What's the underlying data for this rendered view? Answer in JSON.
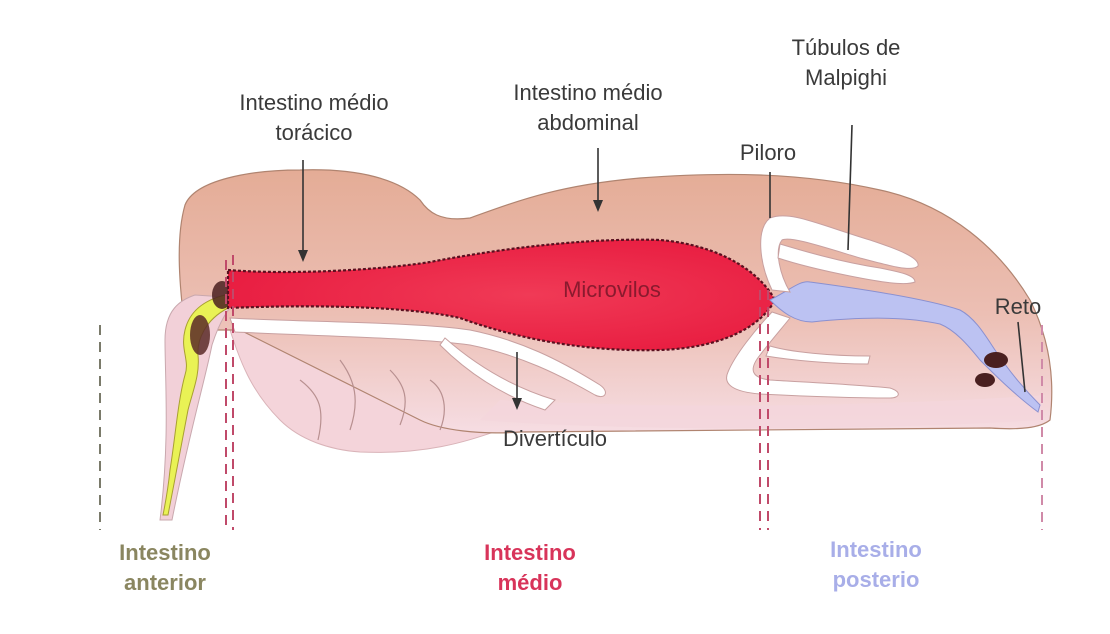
{
  "labels": {
    "toracico_l1": "Intestino médio",
    "toracico_l2": "torácico",
    "abdominal_l1": "Intestino médio",
    "abdominal_l2": "abdominal",
    "malpighi_l1": "Túbulos de",
    "malpighi_l2": "Malpighi",
    "piloro": "Piloro",
    "microvilos": "Microvilos",
    "reto": "Reto",
    "diverticulo": "Divertículo"
  },
  "segments": {
    "anterior_l1": "Intestino",
    "anterior_l2": "anterior",
    "medio_l1": "Intestino",
    "medio_l2": "médio",
    "posterior_l1": "Intestino",
    "posterior_l2": "posterio"
  },
  "colors": {
    "body": "#e8b4a0",
    "body_light": "#f3d2d6",
    "midgut": "#ee2a4a",
    "foregut": "#e6f05a",
    "hindgut": "#bfc4f2",
    "anterior_text": "#8a8660",
    "medio_text": "#d8345a",
    "posterior_text": "#a8aee8"
  }
}
